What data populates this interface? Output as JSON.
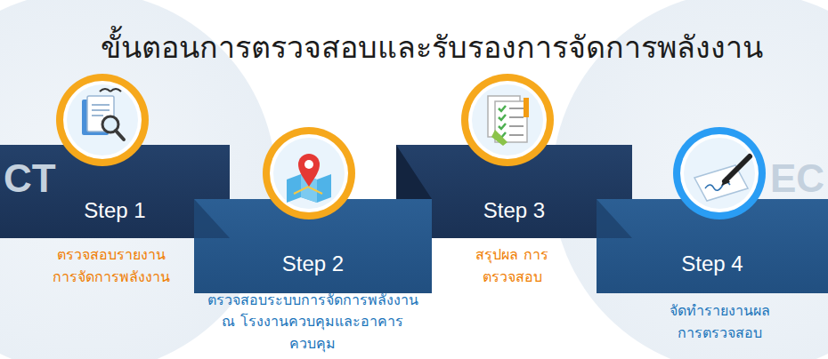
{
  "diagram": {
    "title": "ขั้นตอนการตรวจสอบและรับรองการจัดการพลังงาน",
    "nodes": [
      {
        "text": [
          "Step 1",
          "ตรวจสอบรายงาน การจัดการพลังงาน"
        ]
      },
      {
        "text": [
          "Step 2",
          "ตรวจสอบระบบการจัดการพลังงาน ณ โรงงานควบคุมและอาคารควบคุม"
        ]
      },
      {
        "text": [
          "Step 3",
          "สรุปผล การตรวจสอบ"
        ]
      },
      {
        "text": [
          "Step 4",
          "จัดทำรายงานผล การตรวจสอบ"
        ]
      }
    ],
    "labels": [
      "CT",
      "EC"
    ]
  }
}
